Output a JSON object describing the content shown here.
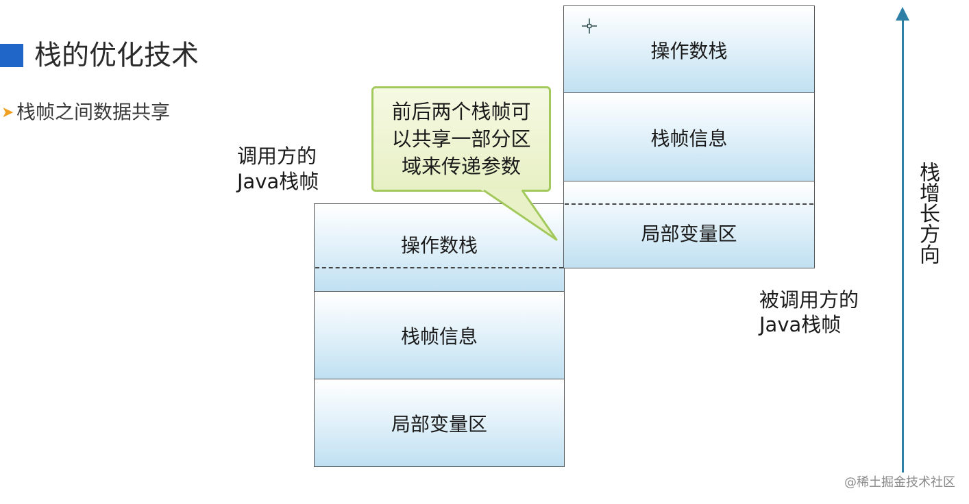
{
  "header": {
    "title": "栈的优化技术",
    "bullet": "栈帧之间数据共享"
  },
  "caller": {
    "label_line1": "调用方的",
    "label_line2": "Java栈帧",
    "operand_stack": "操作数栈",
    "frame_info": "栈帧信息",
    "local_vars": "局部变量区"
  },
  "callee": {
    "label_line1": "被调用方的",
    "label_line2": "Java栈帧",
    "operand_stack": "操作数栈",
    "frame_info": "栈帧信息",
    "local_vars": "局部变量区"
  },
  "callout": {
    "line1": "前后两个栈帧可",
    "line2": "以共享一部分区",
    "line3": "域来传递参数"
  },
  "growth_direction": "栈增长方向",
  "watermark": "@稀土掘金技术社区",
  "colors": {
    "accent_square": "#1f66c8",
    "arrow": "#2e7fa6",
    "callout_border": "#a3c95c",
    "cell_fill_bottom": "#bfe0f1"
  }
}
